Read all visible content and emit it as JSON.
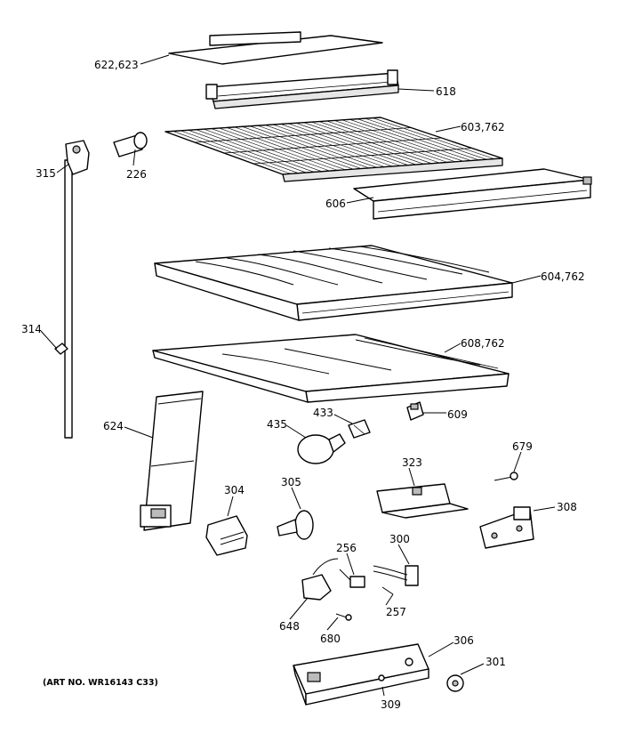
{
  "art_number": "(ART NO. WR16143 C33)",
  "parts": [
    {
      "id": "622-623",
      "label": "622,623"
    },
    {
      "id": "618",
      "label": "618"
    },
    {
      "id": "603-762",
      "label": "603,762"
    },
    {
      "id": "315",
      "label": "315"
    },
    {
      "id": "226",
      "label": "226"
    },
    {
      "id": "606",
      "label": "606"
    },
    {
      "id": "604-762",
      "label": "604,762"
    },
    {
      "id": "314",
      "label": "314"
    },
    {
      "id": "608-762",
      "label": "608,762"
    },
    {
      "id": "624",
      "label": "624"
    },
    {
      "id": "435",
      "label": "435"
    },
    {
      "id": "433",
      "label": "433"
    },
    {
      "id": "609",
      "label": "609"
    },
    {
      "id": "679",
      "label": "679"
    },
    {
      "id": "323",
      "label": "323"
    },
    {
      "id": "304",
      "label": "304"
    },
    {
      "id": "305",
      "label": "305"
    },
    {
      "id": "308",
      "label": "308"
    },
    {
      "id": "256",
      "label": "256"
    },
    {
      "id": "300",
      "label": "300"
    },
    {
      "id": "648",
      "label": "648"
    },
    {
      "id": "257",
      "label": "257"
    },
    {
      "id": "680",
      "label": "680"
    },
    {
      "id": "306",
      "label": "306"
    },
    {
      "id": "301",
      "label": "301"
    },
    {
      "id": "309",
      "label": "309"
    }
  ]
}
